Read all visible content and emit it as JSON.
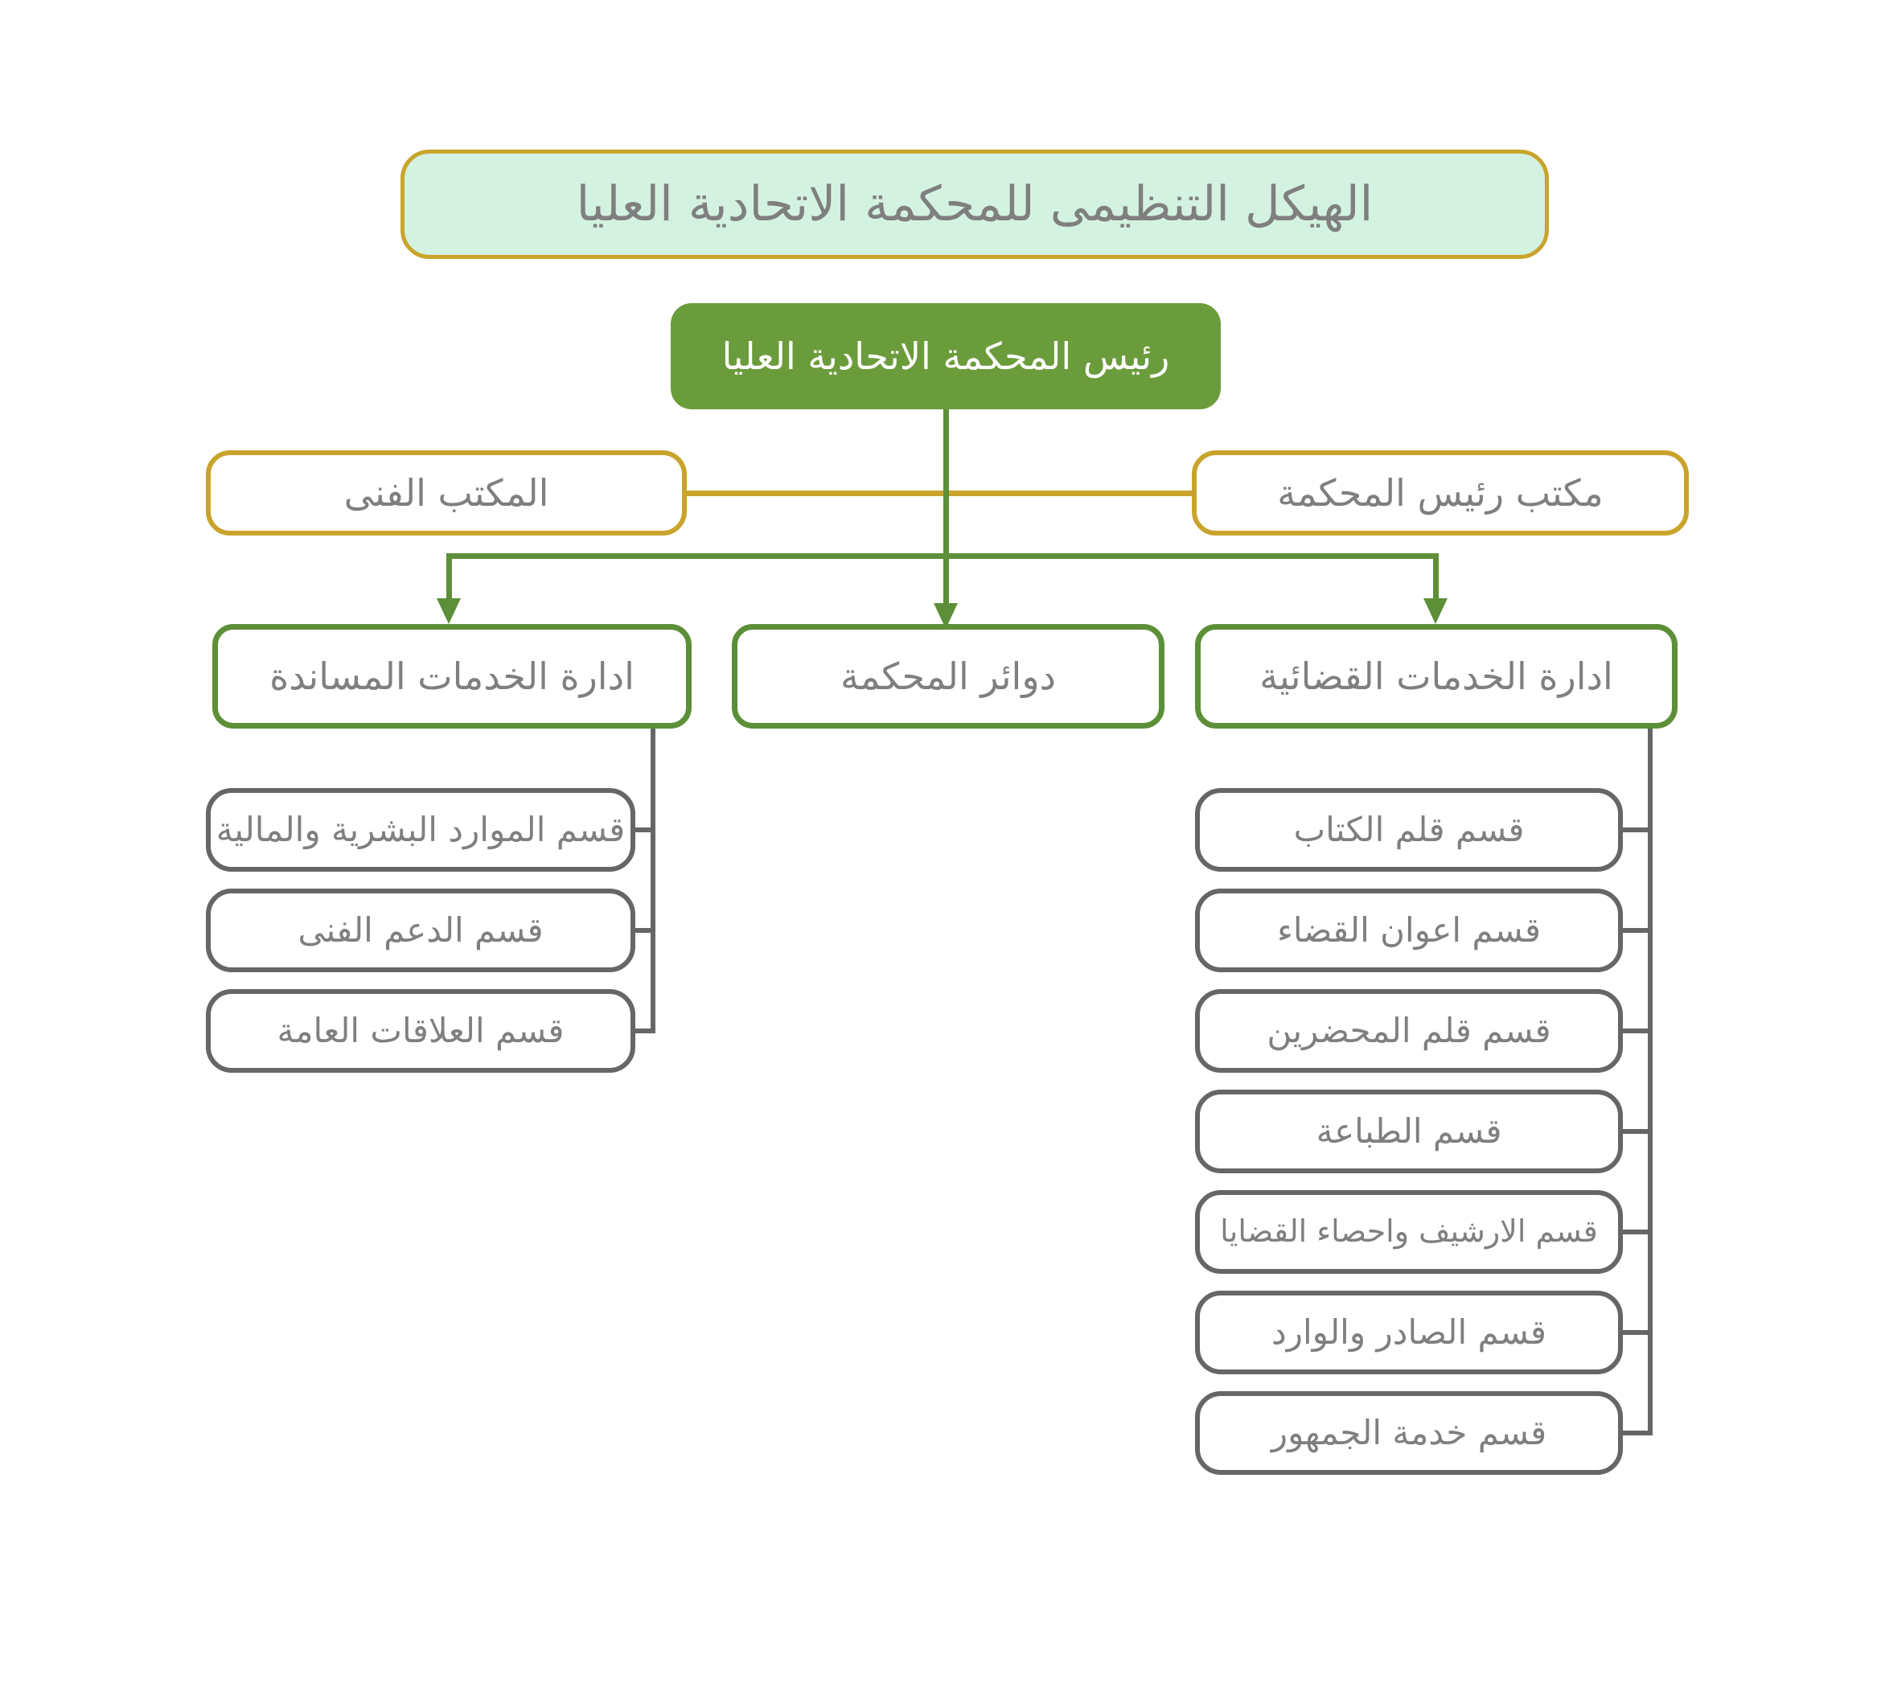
{
  "title": "الهيكل التنظيمى للمحكمة الاتحادية العليا",
  "root": {
    "label": "رئيس المحكمة الاتحادية العليا"
  },
  "offices": {
    "technical": {
      "label": "المكتب الفنى"
    },
    "president": {
      "label": "مكتب رئيس المحكمة"
    }
  },
  "departments": {
    "support": {
      "label": "ادارة الخدمات المساندة",
      "children": {
        "hr_finance": "قسم الموارد البشرية والمالية",
        "tech_support": "قسم الدعم الفنى",
        "public_relations": "قسم العلاقات العامة"
      }
    },
    "circuits": {
      "label": "دوائر المحكمة"
    },
    "judicial": {
      "label": "ادارة الخدمات القضائية",
      "children": {
        "clerks": "قسم قلم الكتاب",
        "aides": "قسم اعوان القضاء",
        "bailiffs": "قسم قلم المحضرين",
        "printing": "قسم الطباعة",
        "archive": "قسم الارشيف واحصاء القضايا",
        "in_out": "قسم الصادر والوارد",
        "public_service": "قسم خدمة الجمهور"
      }
    }
  },
  "colors": {
    "gold": "#c9a42c",
    "green_fill": "#6b9c3c",
    "green_line": "#5c8f38",
    "mint_fill": "#d3f2e1",
    "gray_line": "#666666",
    "text_gray": "#7f7f7f"
  }
}
